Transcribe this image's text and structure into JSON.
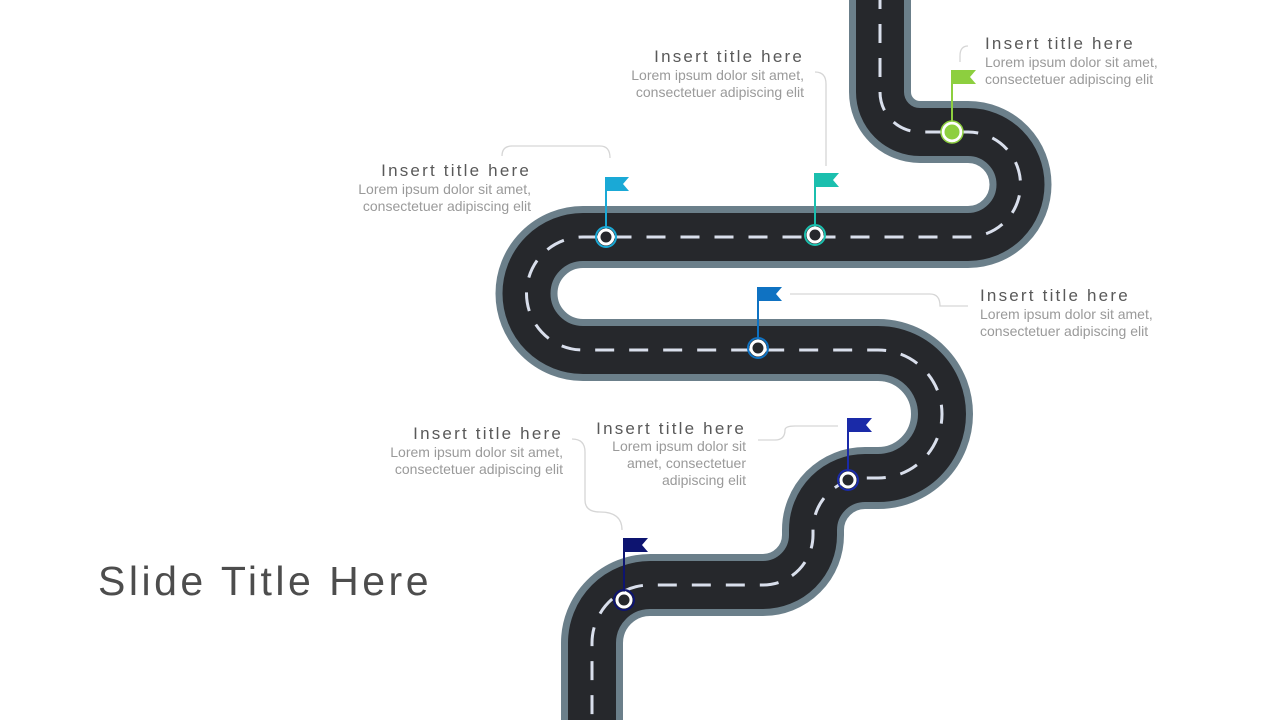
{
  "slide_title": "Slide Title Here",
  "milestones": [
    {
      "title": "Insert title here",
      "body1": "Lorem ipsum dolor sit amet,",
      "body2": "consectetuer adipiscing elit",
      "color": "#8dcf3f"
    },
    {
      "title": "Insert title here",
      "body1": "Lorem ipsum dolor sit amet,",
      "body2": "consectetuer adipiscing elit",
      "color": "#1bbfae"
    },
    {
      "title": "Insert title here",
      "body1": "Lorem ipsum dolor sit amet,",
      "body2": "consectetuer adipiscing elit",
      "color": "#1aa9d6"
    },
    {
      "title": "Insert title here",
      "body1": "Lorem ipsum dolor sit amet,",
      "body2": "consectetuer adipiscing elit",
      "color": "#0f72c2"
    },
    {
      "title": "Insert title here",
      "body1": "Lorem ipsum dolor sit amet, consectetuer adipiscing elit",
      "color": "#1a2aa8"
    },
    {
      "title": "Insert title here",
      "body1": "Lorem ipsum dolor sit amet,",
      "body2": "consectetuer adipiscing elit",
      "color": "#0d1470"
    }
  ]
}
